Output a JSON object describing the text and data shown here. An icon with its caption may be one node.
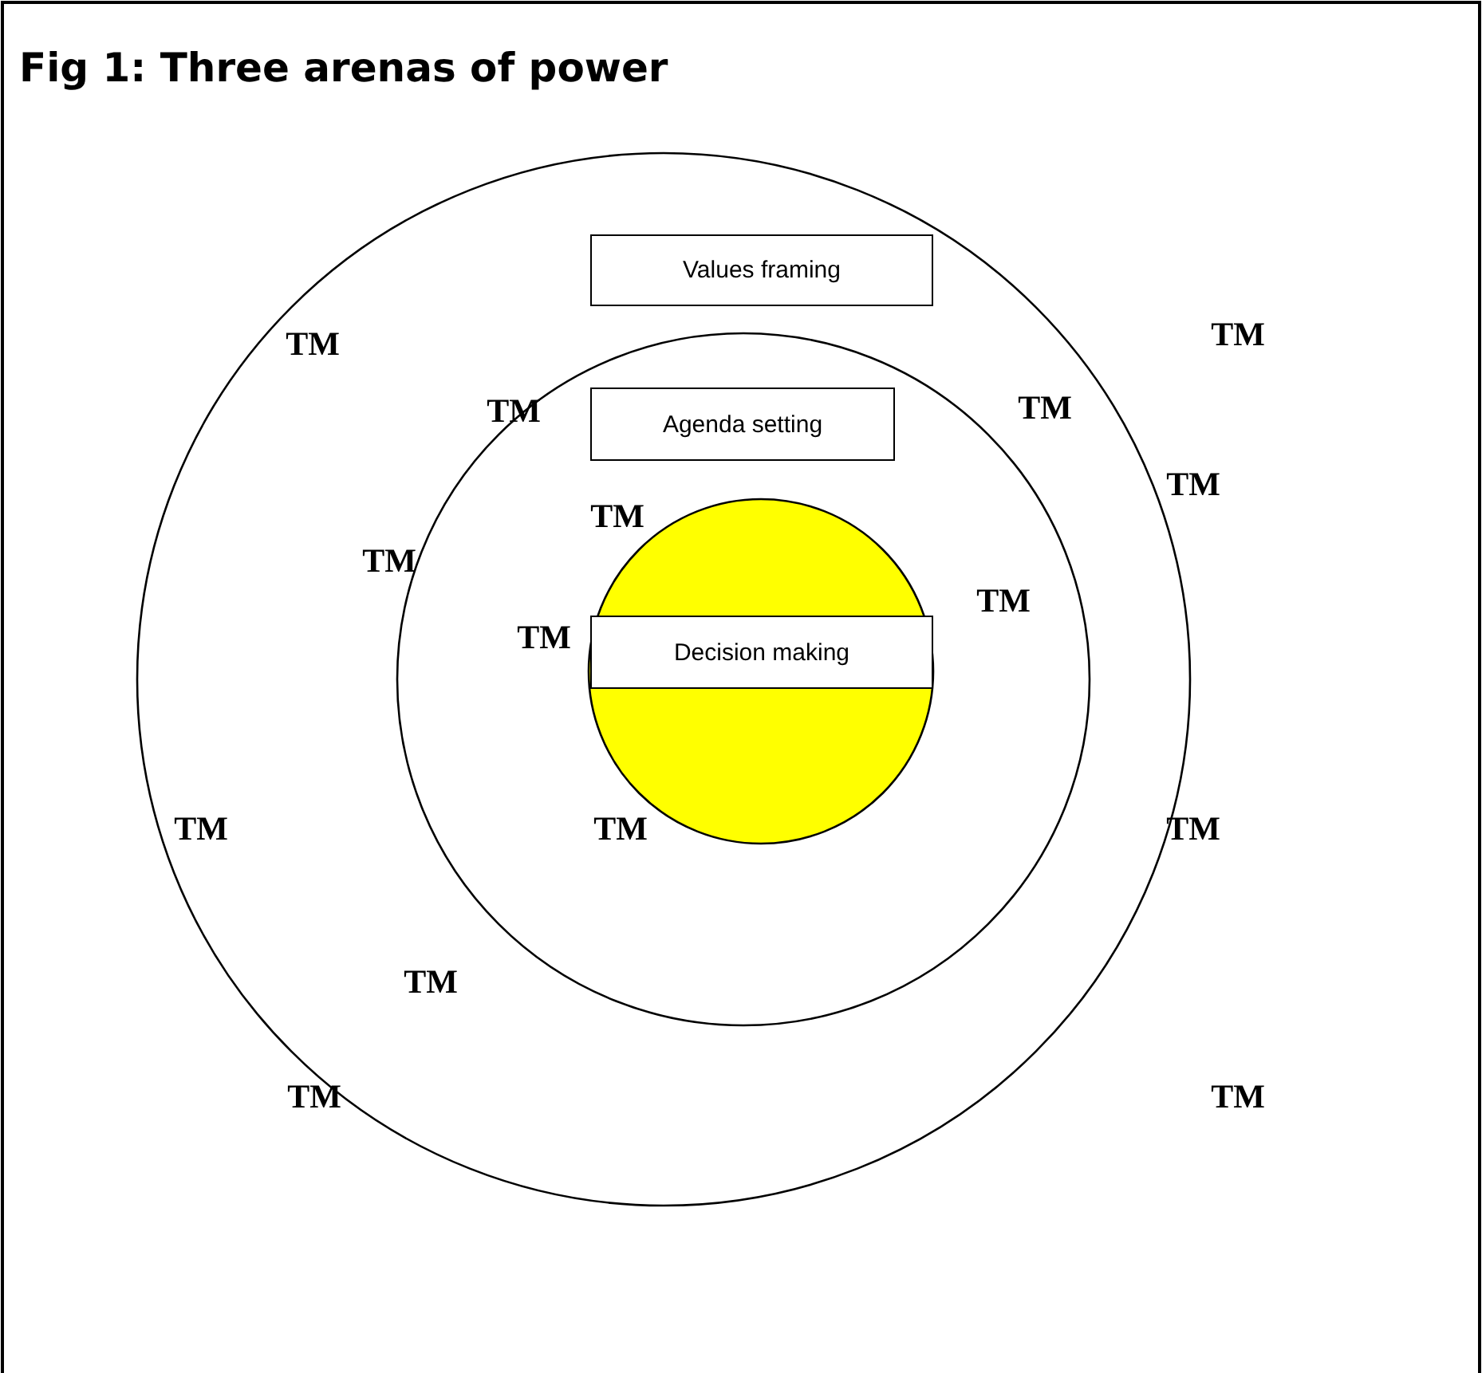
{
  "diagram": {
    "title": "Fig 1: Three arenas of power",
    "nodes": [
      {
        "text": [
          "Values framing"
        ]
      },
      {
        "text": [
          "Agenda setting"
        ]
      },
      {
        "text": [
          "Decision making"
        ]
      }
    ],
    "labels": [
      "TM",
      "TM",
      "TM",
      "TM",
      "TM",
      "TM",
      "TM",
      "TM",
      "TM",
      "TM",
      "TM",
      "TM",
      "TM",
      "TM",
      "TM"
    ]
  }
}
